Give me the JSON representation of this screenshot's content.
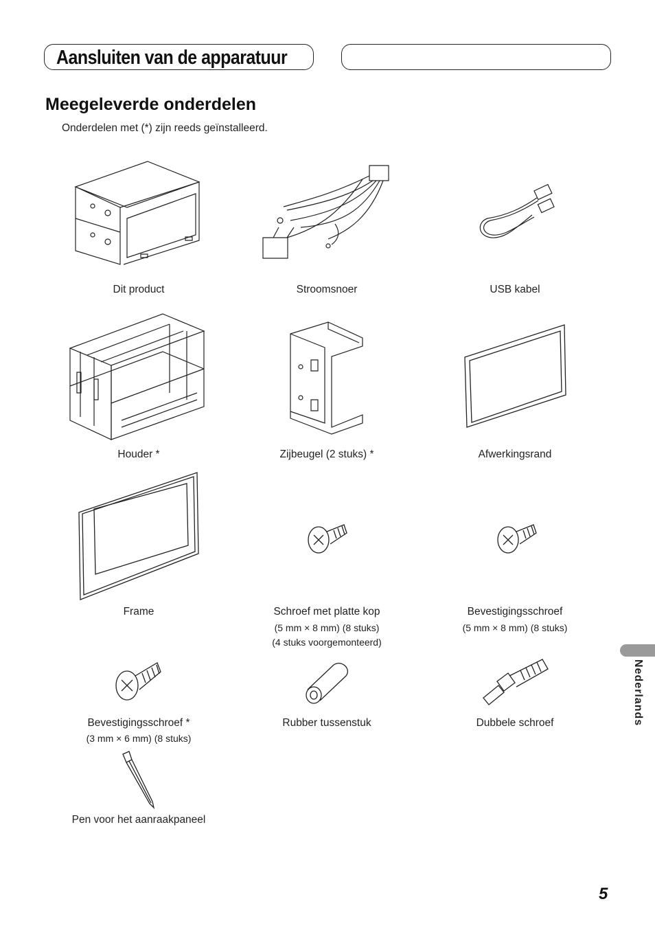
{
  "header": {
    "section_title": "Aansluiten van de apparatuur"
  },
  "subsection": {
    "title": "Meegeleverde onderdelen",
    "intro": "Onderdelen met (*) zijn reeds geïnstalleerd."
  },
  "items": [
    {
      "label": "Dit product",
      "icon": "head-unit-icon"
    },
    {
      "label": "Stroomsnoer",
      "icon": "power-cable-icon"
    },
    {
      "label": "USB kabel",
      "icon": "usb-cable-icon"
    },
    {
      "label": "Houder *",
      "icon": "holder-cage-icon"
    },
    {
      "label": "Zijbeugel (2 stuks) *",
      "icon": "side-bracket-icon"
    },
    {
      "label": "Afwerkingsrand",
      "icon": "trim-ring-icon"
    },
    {
      "label": "Frame",
      "icon": "frame-icon"
    },
    {
      "label": "Schroef met platte kop",
      "notes": [
        "(5 mm × 8 mm) (8 stuks)",
        "(4 stuks voorgemonteerd)"
      ],
      "icon": "flat-head-screw-icon"
    },
    {
      "label": "Bevestigingsschroef",
      "notes": [
        "(5 mm × 8 mm) (8 stuks)"
      ],
      "icon": "fixing-screw-icon"
    },
    {
      "label": "Bevestigingsschroef *",
      "notes": [
        "(3 mm × 6 mm) (8 stuks)"
      ],
      "icon": "fixing-screw-small-icon"
    },
    {
      "label": "Rubber tussenstuk",
      "icon": "rubber-bush-icon"
    },
    {
      "label": "Dubbele schroef",
      "icon": "double-screw-icon"
    },
    {
      "label": "Pen voor het aanraakpaneel",
      "icon": "touch-pen-icon"
    }
  ],
  "sidebar": {
    "language": "Nederlands"
  },
  "footer": {
    "page_number": "5"
  }
}
